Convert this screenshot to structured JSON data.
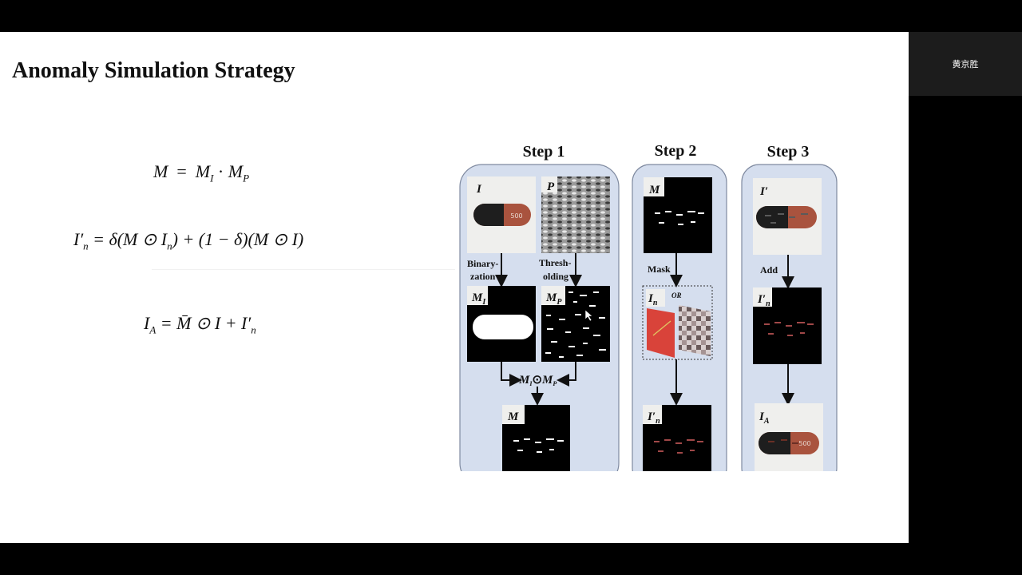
{
  "participant": {
    "name": "黄京胜"
  },
  "slide": {
    "title": "Anomaly Simulation Strategy",
    "equations": {
      "eq1": {
        "lhs": "M",
        "op": "=",
        "a": "M",
        "a_sub": "I",
        "dot": "·",
        "b": "M",
        "b_sub": "P"
      },
      "eq2": {
        "text_lhs": "I′",
        "lhs_sub": "n",
        "rhs_1": "= δ(M ⊙ I",
        "rhs_1_sub": "n",
        "rhs_2": ") + (1 − δ)(M ⊙ I)"
      },
      "eq3": {
        "lhs": "I",
        "lhs_sub": "A",
        "rhs_1": "= M̄ ⊙ I + I′",
        "rhs_1_sub": "n"
      }
    }
  },
  "diagram": {
    "steps": [
      "Step 1",
      "Step 2",
      "Step 3"
    ],
    "step1": {
      "img_i": "I",
      "img_p": "P",
      "binarization_1": "Binary-",
      "binarization_2": "zation",
      "thresholding_1": "Thresh-",
      "thresholding_2": "olding",
      "img_mi": "M",
      "img_mi_sub": "I",
      "img_mp": "M",
      "img_mp_sub": "P",
      "op_a": "M",
      "op_a_sub": "I",
      "op_sym": "⊙",
      "op_b": "M",
      "op_b_sub": "P",
      "img_m": "M"
    },
    "step2": {
      "img_m": "M",
      "mask": "Mask",
      "img_in": "I",
      "img_in_sub": "n",
      "or": "OR",
      "img_in_prime": "I′",
      "img_in_prime_sub": "n"
    },
    "step3": {
      "img_i_prime": "I′",
      "add": "Add",
      "img_in_prime": "I′",
      "img_in_prime_sub": "n",
      "img_ia": "I",
      "img_ia_sub": "A",
      "pill_text": "500"
    }
  }
}
